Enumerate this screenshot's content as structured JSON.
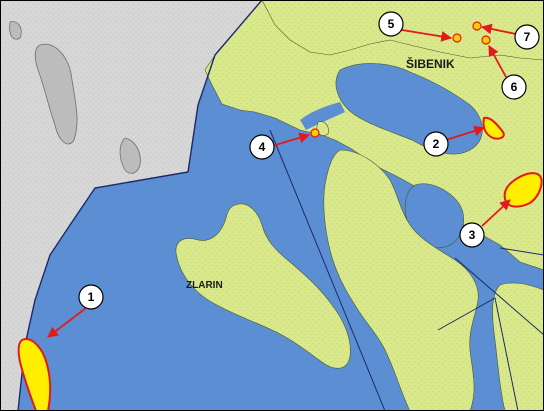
{
  "map": {
    "colors": {
      "sea": "#5b8ed3",
      "land": "#d9e88a",
      "outer_sea": "#d7d7d7",
      "site_fill": "#ffee00",
      "site_outline": "#e31a1c",
      "arrow": "#e31a1c",
      "boundary": "#1c2a6b"
    },
    "labels": {
      "sibenik": "ŠIBENIK",
      "zlarin": "ZLARIN"
    },
    "markers": [
      {
        "number": "1",
        "target": "site-polygon-southwest"
      },
      {
        "number": "2",
        "target": "site-polygon-bay"
      },
      {
        "number": "3",
        "target": "site-polygon-east"
      },
      {
        "number": "4",
        "target": "site-point-channel"
      },
      {
        "number": "5",
        "target": "site-point-north-a"
      },
      {
        "number": "6",
        "target": "site-point-north-b"
      },
      {
        "number": "7",
        "target": "site-point-north-c"
      }
    ]
  }
}
